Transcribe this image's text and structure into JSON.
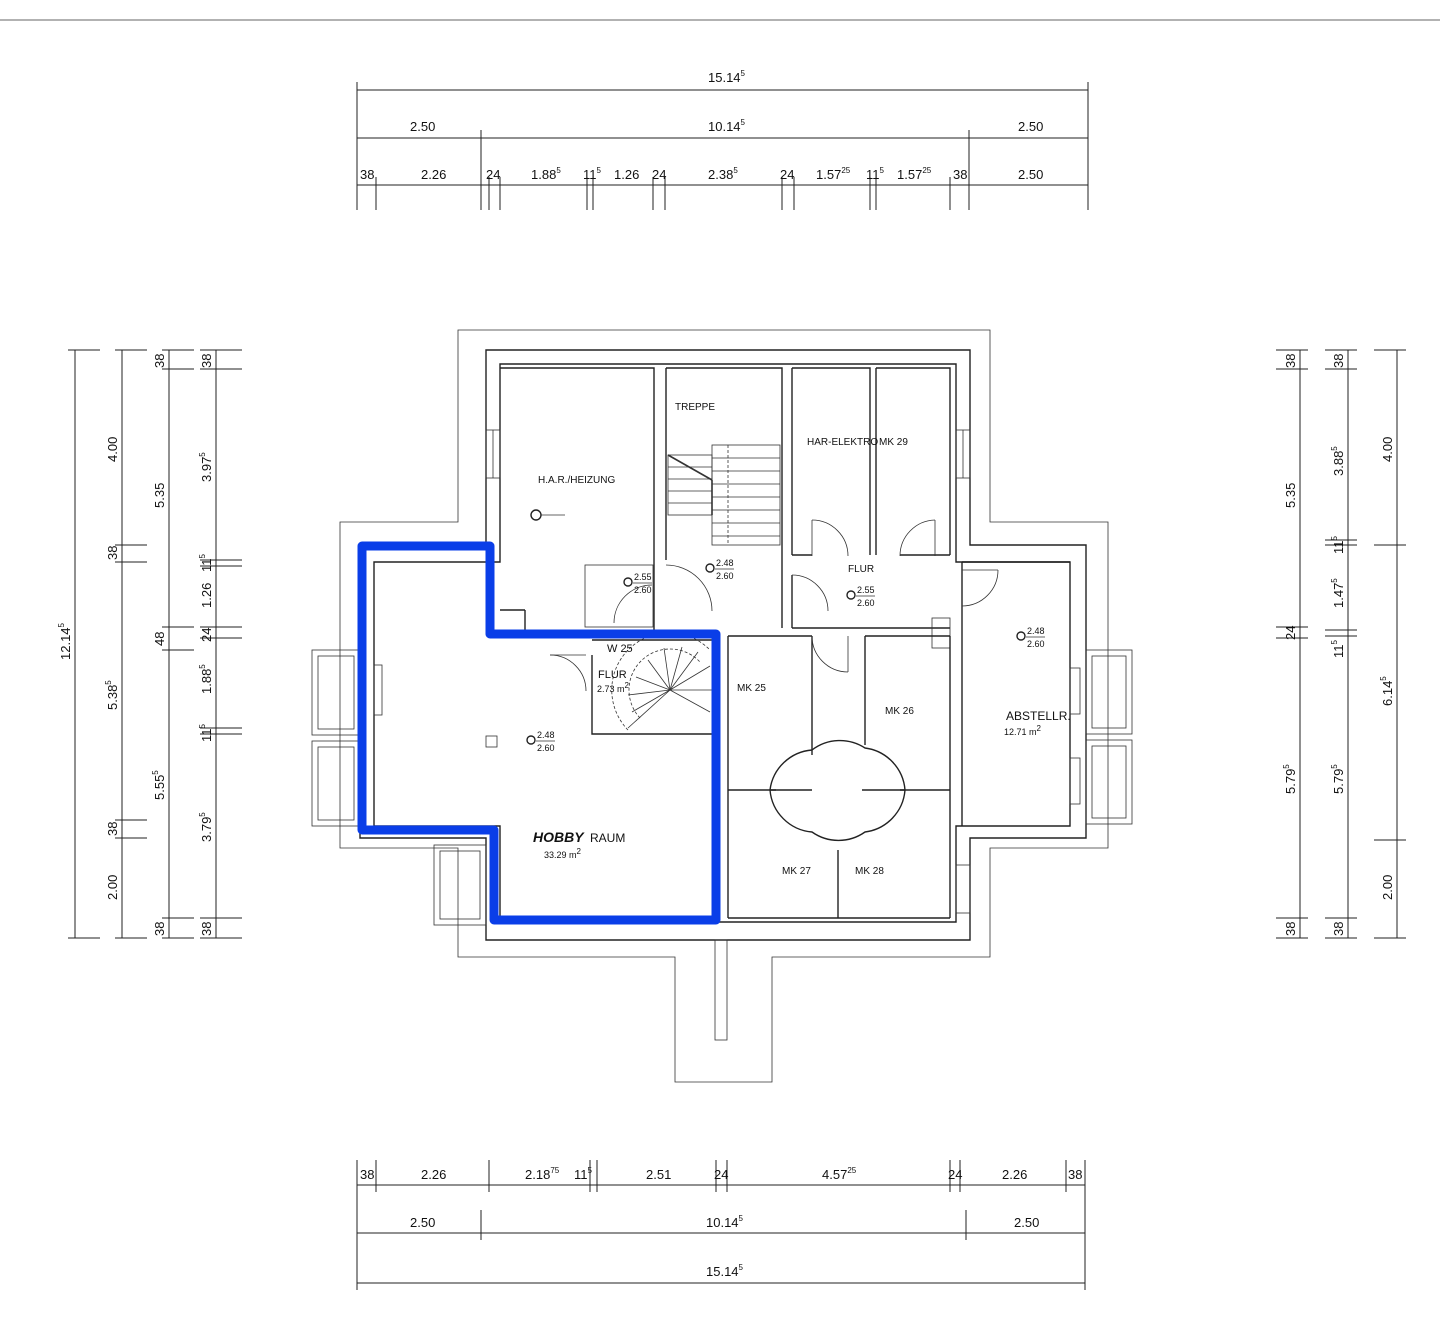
{
  "colors": {
    "highlight": "#0a3ee8",
    "ink": "#222222"
  },
  "dimensions": {
    "top": {
      "row1": [
        {
          "v": "15.14",
          "s": "5"
        }
      ],
      "row2": [
        {
          "v": "2.50",
          "s": ""
        },
        {
          "v": "10.14",
          "s": "5"
        },
        {
          "v": "2.50",
          "s": ""
        }
      ],
      "row3": [
        {
          "v": "38",
          "s": ""
        },
        {
          "v": "2.26",
          "s": ""
        },
        {
          "v": "24",
          "s": ""
        },
        {
          "v": "1.88",
          "s": "5"
        },
        {
          "v": "11",
          "s": "5"
        },
        {
          "v": "1.26",
          "s": ""
        },
        {
          "v": "24",
          "s": ""
        },
        {
          "v": "2.38",
          "s": "5"
        },
        {
          "v": "24",
          "s": ""
        },
        {
          "v": "1.57",
          "s": "25"
        },
        {
          "v": "11",
          "s": "5"
        },
        {
          "v": "1.57",
          "s": "25"
        },
        {
          "v": "38",
          "s": ""
        },
        {
          "v": "2.50",
          "s": ""
        }
      ]
    },
    "bottom": {
      "row1": [
        {
          "v": "38",
          "s": ""
        },
        {
          "v": "2.26",
          "s": ""
        },
        {
          "v": "2.18",
          "s": "75"
        },
        {
          "v": "11",
          "s": "5"
        },
        {
          "v": "2.51",
          "s": ""
        },
        {
          "v": "24",
          "s": ""
        },
        {
          "v": "4.57",
          "s": "25"
        },
        {
          "v": "24",
          "s": ""
        },
        {
          "v": "2.26",
          "s": ""
        },
        {
          "v": "38",
          "s": ""
        }
      ],
      "row2": [
        {
          "v": "2.50",
          "s": ""
        },
        {
          "v": "10.14",
          "s": "5"
        },
        {
          "v": "2.50",
          "s": ""
        }
      ],
      "row3": [
        {
          "v": "15.14",
          "s": "5"
        }
      ]
    },
    "left": {
      "col1": [
        {
          "v": "12.14",
          "s": "5"
        }
      ],
      "col2": [
        {
          "v": "4.00",
          "s": ""
        },
        {
          "v": "38",
          "s": ""
        },
        {
          "v": "5.38",
          "s": "5"
        },
        {
          "v": "38",
          "s": ""
        },
        {
          "v": "2.00",
          "s": ""
        }
      ],
      "col3": [
        {
          "v": "38",
          "s": ""
        },
        {
          "v": "5.35",
          "s": ""
        },
        {
          "v": "48",
          "s": ""
        },
        {
          "v": "5.55",
          "s": "5"
        },
        {
          "v": "38",
          "s": ""
        }
      ],
      "col4": [
        {
          "v": "38",
          "s": ""
        },
        {
          "v": "3.97",
          "s": "5"
        },
        {
          "v": "11",
          "s": "5"
        },
        {
          "v": "1.26",
          "s": ""
        },
        {
          "v": "24",
          "s": ""
        },
        {
          "v": "1.88",
          "s": "5"
        },
        {
          "v": "11",
          "s": "5"
        },
        {
          "v": "3.79",
          "s": "5"
        },
        {
          "v": "38",
          "s": ""
        }
      ]
    },
    "right": {
      "col1": [
        {
          "v": "38",
          "s": ""
        },
        {
          "v": "5.35",
          "s": ""
        },
        {
          "v": "24",
          "s": ""
        },
        {
          "v": "5.79",
          "s": "5"
        },
        {
          "v": "38",
          "s": ""
        }
      ],
      "col2": [
        {
          "v": "38",
          "s": ""
        },
        {
          "v": "3.88",
          "s": "5"
        },
        {
          "v": "11",
          "s": "5"
        },
        {
          "v": "1.47",
          "s": "5"
        },
        {
          "v": "11",
          "s": "5"
        },
        {
          "v": "5.79",
          "s": "5"
        },
        {
          "v": "38",
          "s": ""
        }
      ],
      "col3": [
        {
          "v": "4.00",
          "s": ""
        },
        {
          "v": "6.14",
          "s": "5"
        },
        {
          "v": "2.00",
          "s": ""
        }
      ]
    }
  },
  "rooms": {
    "har_heizung": "H.A.R./HEIZUNG",
    "treppe": "TREPPE",
    "har_elektro": "HAR-ELEKTRO",
    "mk29": "MK 29",
    "flur_right": "FLUR",
    "abstellr": "ABSTELLR.",
    "abstellr_area": "12.71 m",
    "w25": "W 25",
    "flur_small": "FLUR",
    "flur_small_area": "2.73 m",
    "mk25": "MK 25",
    "mk26": "MK 26",
    "mk27": "MK 27",
    "mk28": "MK 28",
    "hobby_handwritten": "HOBBY",
    "hobby_print": "RAUM",
    "hobby_area": "33.29 m",
    "area_unit_sup": "2"
  },
  "levels": [
    {
      "top": "2.55",
      "bottom": "2.60"
    },
    {
      "top": "2.48",
      "bottom": "2.60"
    },
    {
      "top": "2.55",
      "bottom": "2.60"
    },
    {
      "top": "2.48",
      "bottom": "2.60"
    },
    {
      "top": "2.48",
      "bottom": "2.60"
    }
  ]
}
